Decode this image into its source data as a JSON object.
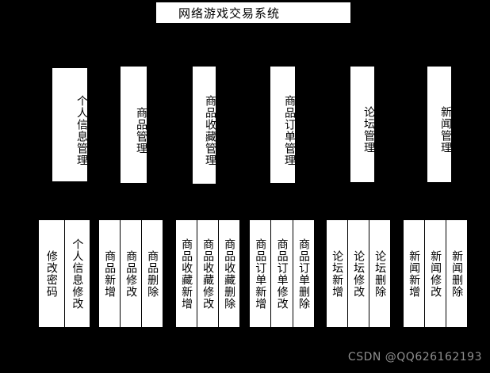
{
  "diagram": {
    "type": "tree-hierarchy",
    "background_color": "#000000",
    "box_fill_color": "#ffffff",
    "box_border_color": "#000000",
    "text_color": "#000000",
    "root": {
      "label": "网络游戏交易系统"
    },
    "level2": [
      {
        "label": "个人信息管理"
      },
      {
        "label": "商品管理"
      },
      {
        "label": "商品收藏管理"
      },
      {
        "label": "商品订单管理"
      },
      {
        "label": "论坛管理"
      },
      {
        "label": "新闻管理"
      }
    ],
    "level3_groups": [
      {
        "parent": "个人信息管理",
        "items": [
          {
            "label": "修改密码"
          },
          {
            "label": "个人信息修改"
          }
        ]
      },
      {
        "parent": "商品管理",
        "items": [
          {
            "label": "商品新增"
          },
          {
            "label": "商品修改"
          },
          {
            "label": "商品删除"
          }
        ]
      },
      {
        "parent": "商品收藏管理",
        "items": [
          {
            "label": "商品收藏新增"
          },
          {
            "label": "商品收藏修改"
          },
          {
            "label": "商品收藏删除"
          }
        ]
      },
      {
        "parent": "商品订单管理",
        "items": [
          {
            "label": "商品订单新增"
          },
          {
            "label": "商品订单修改"
          },
          {
            "label": "商品订单删除"
          }
        ]
      },
      {
        "parent": "论坛管理",
        "items": [
          {
            "label": "论坛新增"
          },
          {
            "label": "论坛修改"
          },
          {
            "label": "论坛删除"
          }
        ]
      },
      {
        "parent": "新闻管理",
        "items": [
          {
            "label": "新闻新增"
          },
          {
            "label": "新闻修改"
          },
          {
            "label": "新闻删除"
          }
        ]
      }
    ]
  },
  "watermark": {
    "text": "CSDN @QQ626162193",
    "color": "#8f8f8f"
  }
}
